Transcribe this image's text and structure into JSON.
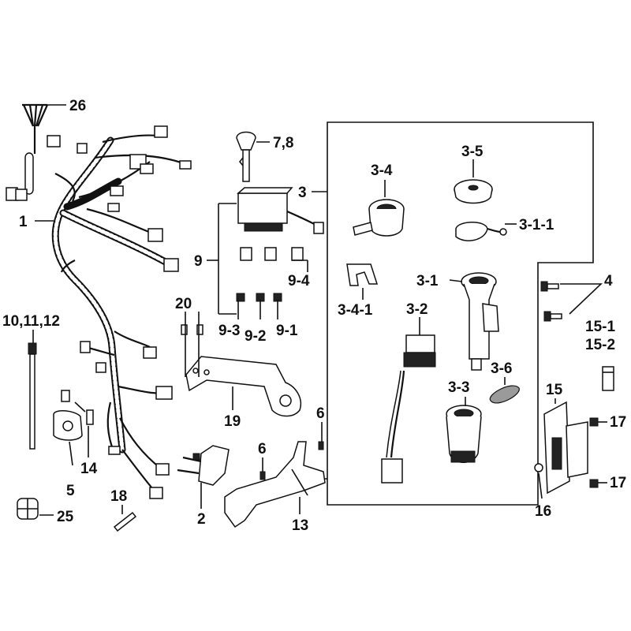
{
  "labels": {
    "l1": "1",
    "l2": "2",
    "l3_frame": "3",
    "l3_1": "3-1",
    "l3_1_1": "3-1-1",
    "l3_2": "3-2",
    "l3_3": "3-3",
    "l3_4": "3-4",
    "l3_4_1": "3-4-1",
    "l3_5": "3-5",
    "l3_6": "3-6",
    "l4": "4",
    "l5": "5",
    "l6a": "6",
    "l6b": "6",
    "l7_8": "7,8",
    "l9": "9",
    "l9_1": "9-1",
    "l9_2": "9-2",
    "l9_3": "9-3",
    "l9_4": "9-4",
    "l10_11_12": "10,11,12",
    "l13": "13",
    "l14": "14",
    "l15": "15",
    "l15_1": "15-1",
    "l15_2": "15-2",
    "l16": "16",
    "l17a": "17",
    "l17b": "17",
    "l18": "18",
    "l19": "19",
    "l20": "20",
    "l25": "25",
    "l26": "26"
  }
}
